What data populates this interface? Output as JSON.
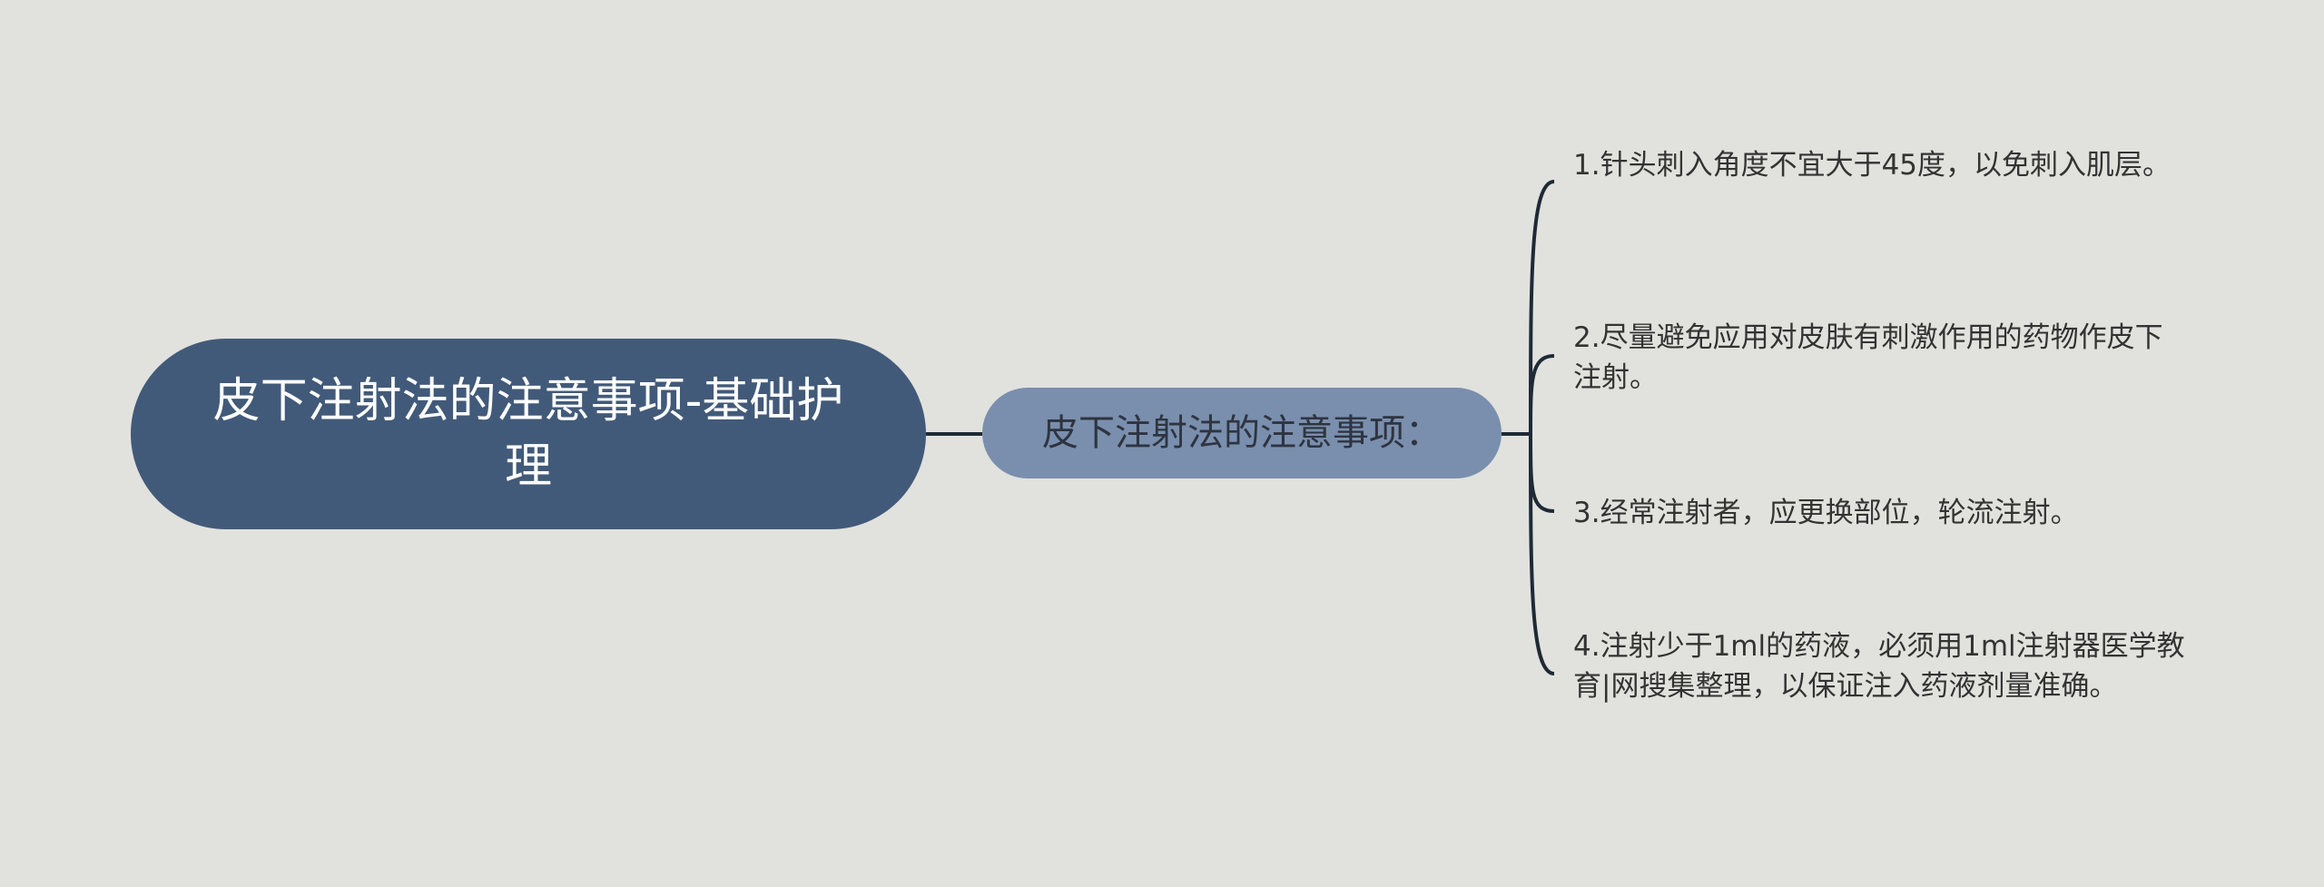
{
  "root": {
    "title": "皮下注射法的注意事项-基础护理"
  },
  "branch": {
    "title": "皮下注射法的注意事项："
  },
  "leaves": [
    "1.针头刺入角度不宜大于45度，以免刺入肌层。",
    "2.尽量避免应用对皮肤有刺激作用的药物作皮下注射。",
    "3.经常注射者，应更换部位，轮流注射。",
    "4.注射少于1ml的药液，必须用1ml注射器医学教育|网搜集整理，以保证注入药液剂量准确。"
  ],
  "colors": {
    "background": "#e1e2dd",
    "root_fill": "#425a79",
    "branch_fill": "#7a8fae",
    "connector": "#1f2a36"
  }
}
